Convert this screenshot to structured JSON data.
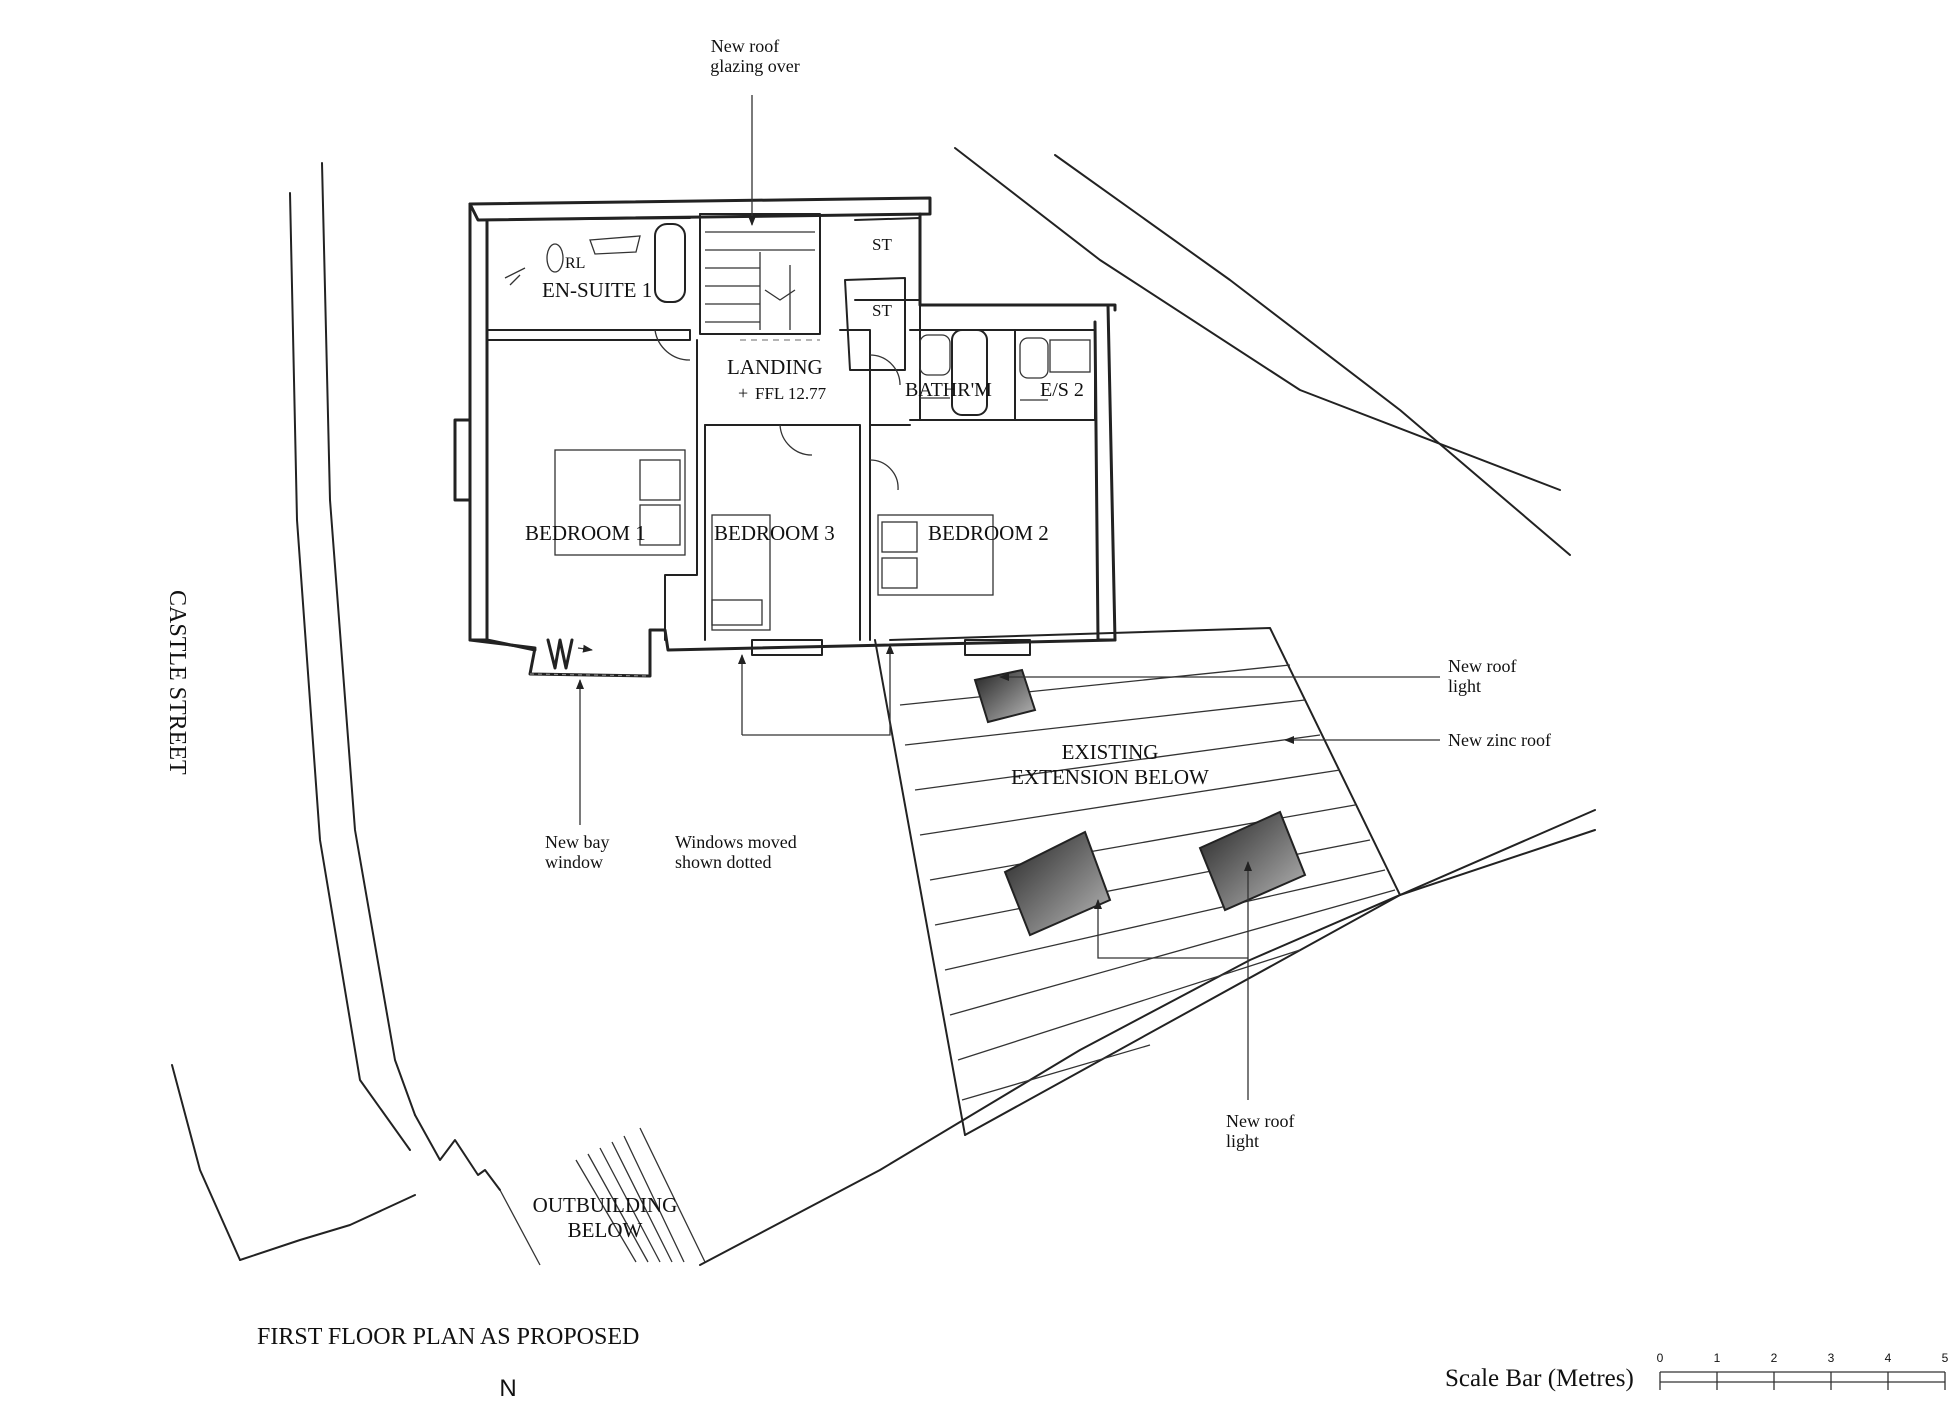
{
  "title": "FIRST FLOOR PLAN AS PROPOSED",
  "north": "N",
  "street": "CASTLE STREET",
  "rooms": {
    "ensuite1": "EN-SUITE 1",
    "rl": "RL",
    "st1": "ST",
    "st2": "ST",
    "landing": "LANDING",
    "ffl": "FFL 12.77",
    "bathroom": "BATHR'M",
    "es2": "E/S 2",
    "bedroom1": "BEDROOM 1",
    "bedroom3": "BEDROOM 3",
    "bedroom2": "BEDROOM 2",
    "existing1": "EXISTING",
    "existing2": "EXTENSION BELOW",
    "outbuilding1": "OUTBUILDING",
    "outbuilding2": "BELOW"
  },
  "annotations": {
    "glazing1": "New roof",
    "glazing2": "glazing over",
    "rooflight_a1": "New roof",
    "rooflight_a2": "light",
    "zinc": "New zinc roof",
    "bay1": "New bay",
    "bay2": "window",
    "windows1": "Windows moved",
    "windows2": "shown dotted",
    "rooflight_b1": "New roof",
    "rooflight_b2": "light"
  },
  "scale_bar": {
    "label": "Scale Bar (Metres)",
    "ticks": [
      "0",
      "1",
      "2",
      "3",
      "4",
      "5"
    ]
  }
}
